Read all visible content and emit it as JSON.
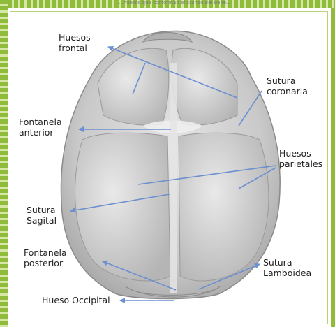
{
  "caption_top": "...huesos que conforman el cráneo del bebé...",
  "labels": {
    "huesos_frontal": "Huesos\nfrontal",
    "sutura_coronaria": "Sutura\ncoronaria",
    "fontanela_anterior": "Fontanela\nanterior",
    "huesos_parietales": "Huesos\nparietales",
    "sutura_sagital": "Sutura\nSagital",
    "fontanela_posterior": "Fontanela\nposterior",
    "sutura_lamboidea": "Sutura\nLamboidea",
    "hueso_occipital": "Hueso Occipital"
  },
  "colors": {
    "accent_green": "#8fbc3a",
    "arrow_blue": "#6b8fd0"
  }
}
